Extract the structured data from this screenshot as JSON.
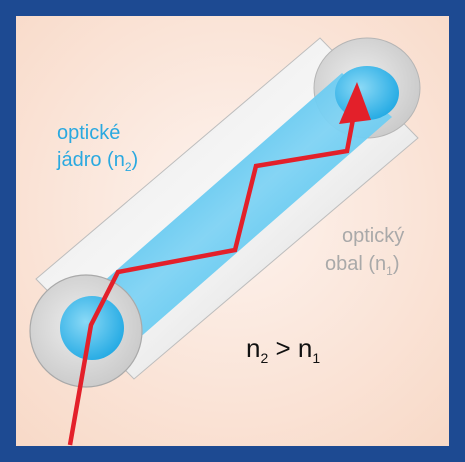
{
  "labels": {
    "core_line1": "optické",
    "core_line2_text": "jádro (n",
    "core_line2_sub": "2",
    "core_line2_end": ")",
    "clad_line1": "optický",
    "clad_line2_text": "obal (n",
    "clad_line2_sub": "1",
    "clad_line2_end": ")",
    "rel_n2": "n",
    "rel_n2_sub": "2",
    "rel_op": " > ",
    "rel_n1": "n",
    "rel_n1_sub": "1"
  },
  "colors": {
    "frame": "#1d4a92",
    "background": "#fbe3d6",
    "core": "#33b6ea",
    "cladding": "#d3d3d3",
    "ray": "#e3202a",
    "core_label": "#2aa9e0",
    "clad_label": "#a9a9a9",
    "text": "#111111"
  }
}
